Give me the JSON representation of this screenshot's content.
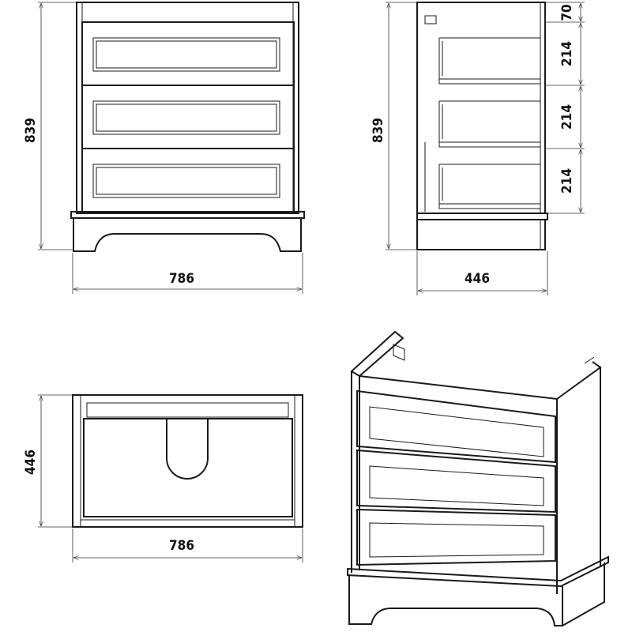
{
  "front_view": {
    "height_label": "839",
    "width_label": "786"
  },
  "side_view": {
    "height_label": "839",
    "depth_label": "446",
    "section_labels": [
      "70",
      "214",
      "214",
      "214"
    ]
  },
  "top_view": {
    "depth_label": "446",
    "width_label": "786"
  },
  "colors": {
    "line": "#1a1a1a",
    "background": "#ffffff"
  }
}
